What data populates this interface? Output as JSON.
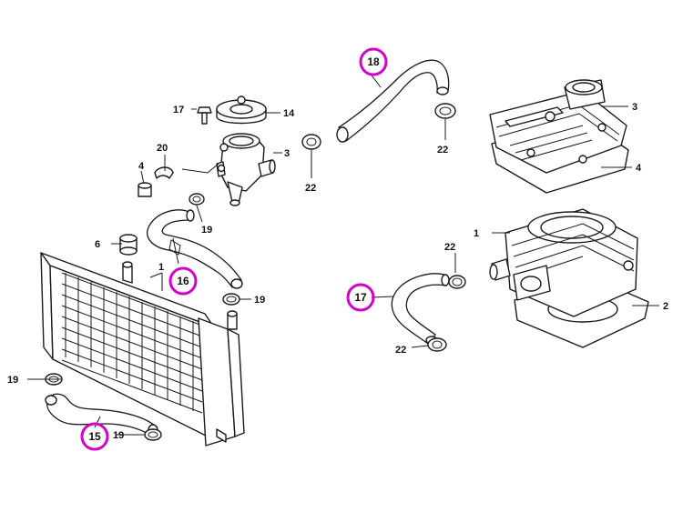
{
  "callouts": {
    "c15": "15",
    "c16": "16",
    "c17": "17",
    "c18": "18"
  },
  "labels": {
    "l1a": "1",
    "l1b": "1",
    "l2": "2",
    "l3a": "3",
    "l3b": "3",
    "l4a": "4",
    "l4b": "4",
    "l6": "6",
    "l14": "14",
    "l17": "17",
    "l19a": "19",
    "l19b": "19",
    "l19c": "19",
    "l19d": "19",
    "l20": "20",
    "l22a": "22",
    "l22b": "22",
    "l22c": "22",
    "l22d": "22"
  },
  "colors": {
    "callout_ring": "#d000c8",
    "line": "#1a1a1a"
  }
}
